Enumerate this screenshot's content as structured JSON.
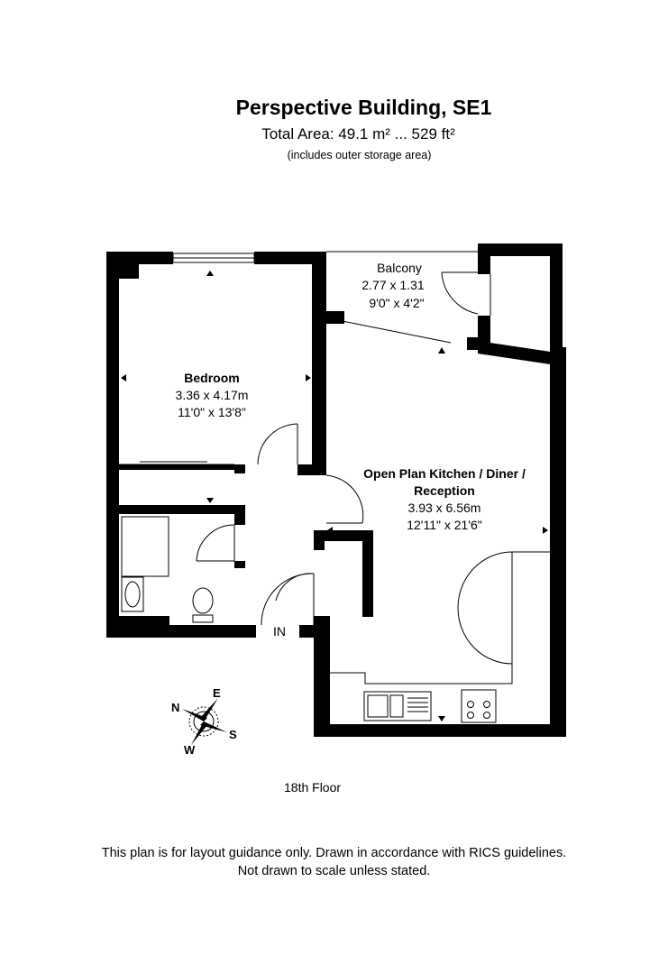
{
  "header": {
    "title": "Perspective Building, SE1",
    "total_area": "Total Area: 49.1 m² ... 529 ft²",
    "area_note": "(includes outer storage area)"
  },
  "rooms": {
    "bedroom": {
      "name": "Bedroom",
      "metric": "3.36 x 4.17m",
      "imperial": "11'0\" x 13'8\""
    },
    "balcony": {
      "name": "Balcony",
      "metric": "2.77 x 1.31",
      "imperial": "9'0\" x 4'2\""
    },
    "living": {
      "name_line1": "Open Plan Kitchen / Diner /",
      "name_line2": "Reception",
      "metric": "3.93 x 6.56m",
      "imperial": "12'11\" x 21'6\""
    }
  },
  "entrance_label": "IN",
  "compass": {
    "n": "N",
    "e": "E",
    "s": "S",
    "w": "W",
    "icon": "compass-rose-icon"
  },
  "floor_label": "18th Floor",
  "disclaimer": {
    "line1": "This plan is for layout guidance only. Drawn in accordance with RICS guidelines.",
    "line2": "Not drawn to scale unless stated."
  },
  "colors": {
    "wall": "#000000",
    "background": "#ffffff",
    "fixture": "#555555"
  }
}
